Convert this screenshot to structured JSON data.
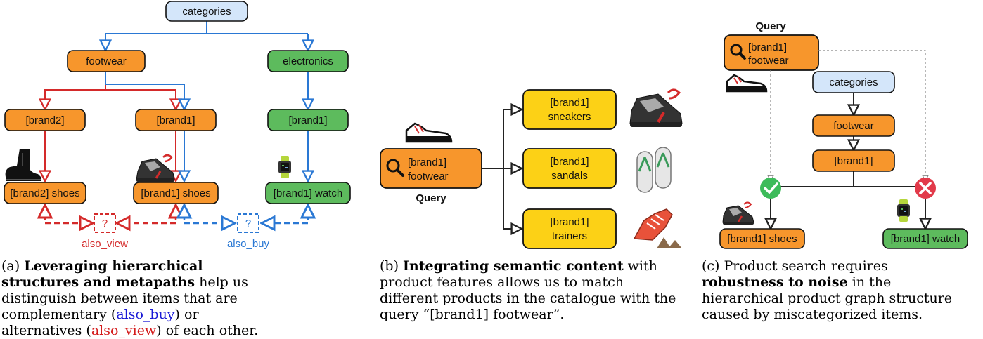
{
  "panel_a": {
    "categories": "categories",
    "footwear": "footwear",
    "electronics": "electronics",
    "brand2": "[brand2]",
    "brand1": "[brand1]",
    "brand1_elec": "[brand1]",
    "brand2_shoes": "[brand2] shoes",
    "brand1_shoes": "[brand1] shoes",
    "brand1_watch": "[brand1] watch",
    "unknown_view": "?",
    "unknown_buy": "?",
    "also_view": "also_view",
    "also_buy": "also_buy"
  },
  "panel_b": {
    "query_line1": "[brand1]",
    "query_line2": "footwear",
    "query_label": "Query",
    "sneakers_l1": "[brand1]",
    "sneakers_l2": "sneakers",
    "sandals_l1": "[brand1]",
    "sandals_l2": "sandals",
    "trainers_l1": "[brand1]",
    "trainers_l2": "trainers"
  },
  "panel_c": {
    "query_label": "Query",
    "query_line1": "[brand1]",
    "query_line2": "footwear",
    "categories": "categories",
    "footwear": "footwear",
    "brand1": "[brand1]",
    "brand1_shoes": "[brand1] shoes",
    "brand1_watch": "[brand1] watch"
  },
  "captions": {
    "a_prefix": "(a) ",
    "a_bold": "Leveraging hierarchical structures and metapaths",
    "a_mid1": " help us distinguish between items that are complementary (",
    "a_also_buy": "also_buy",
    "a_mid2": ") or alternatives (",
    "a_also_view": "also_view",
    "a_end": ") of each other.",
    "b_prefix": "(b) ",
    "b_bold": "Integrating semantic content",
    "b_rest": " with product features allows us to match different products in the catalogue with the query “[brand1] footwear”.",
    "c_prefix": "(c) Product search requires ",
    "c_bold": "robustness to noise",
    "c_rest": " in the hierarchical product graph structure caused by miscategorized items."
  },
  "colors": {
    "orange": "#f7962c",
    "green": "#5dbb5d",
    "light_blue": "#d4e6fa",
    "yellow": "#fcd116",
    "red_arrow": "#d42a2a",
    "blue_arrow": "#2a78d4"
  }
}
